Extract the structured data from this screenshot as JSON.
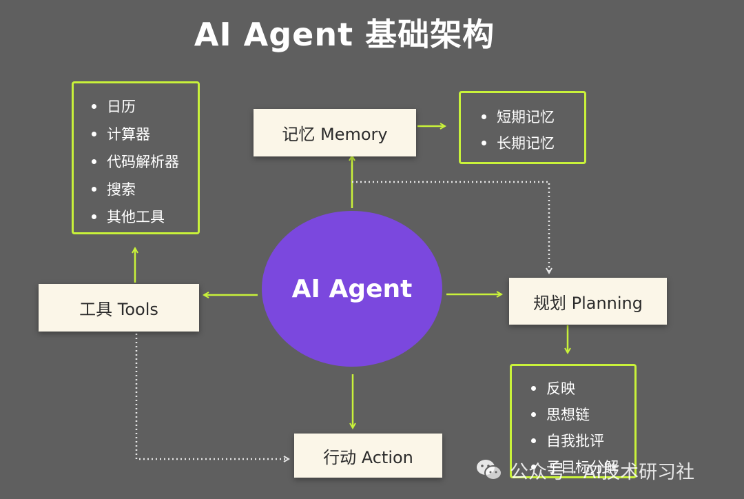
{
  "title": "AI Agent 基础架构",
  "center": {
    "label": "AI Agent"
  },
  "nodes": {
    "memory": "记忆 Memory",
    "tools": "工具 Tools",
    "planning": "规划 Planning",
    "action": "行动 Action"
  },
  "memory_items": [
    "短期记忆",
    "长期记忆"
  ],
  "tools_items": [
    "日历",
    "计算器",
    "代码解析器",
    "搜索",
    "其他工具"
  ],
  "planning_items": [
    "反映",
    "思想链",
    "自我批评",
    "子目标分解"
  ],
  "watermark": {
    "text": "公众号 · AI技术研习社"
  },
  "colors": {
    "background": "#5f5f5f",
    "node_fill": "#fbf6e8",
    "accent_border": "#c9f23a",
    "arrow": "#c9f23a",
    "agent_fill": "#7b48de"
  }
}
